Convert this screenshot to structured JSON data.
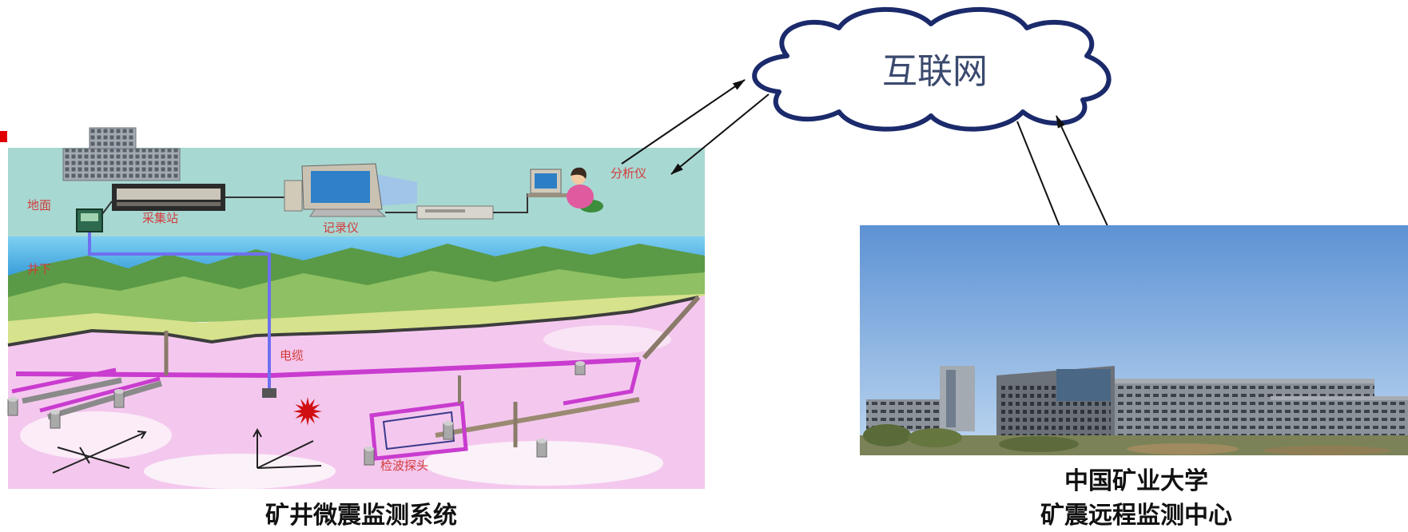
{
  "cloud": {
    "label": "互联网"
  },
  "mine_system": {
    "labels": {
      "surface": "地面",
      "acquisition_station": "采集站",
      "recorder": "记录仪",
      "analyzer": "分析仪",
      "underground": "井下",
      "cable": "电缆",
      "geophone": "检波探头"
    },
    "caption": "矿井微震监测系统"
  },
  "monitoring_center": {
    "caption_line1": "中国矿业大学",
    "caption_line2": "矿震远程监测中心"
  },
  "colors": {
    "cloud_outline": "#1b2a6b",
    "label_red": "#d23b3b",
    "tunnel_magenta": "#c93ccf",
    "cable_blue": "#6f6ff0",
    "underground_pink": "#f4c8ee",
    "event_star_red": "#d01010"
  }
}
